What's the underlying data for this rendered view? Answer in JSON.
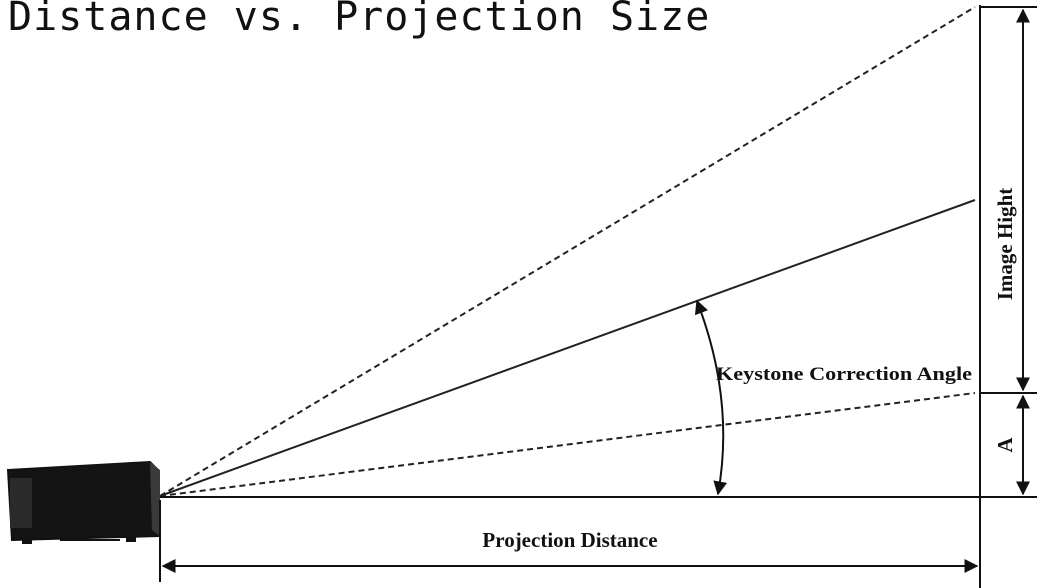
{
  "title": "Distance vs. Projection Size",
  "labels": {
    "image_height": "Image Hight",
    "keystone": "Keystone Correction Angle",
    "offset": "A",
    "distance": "Projection Distance"
  }
}
